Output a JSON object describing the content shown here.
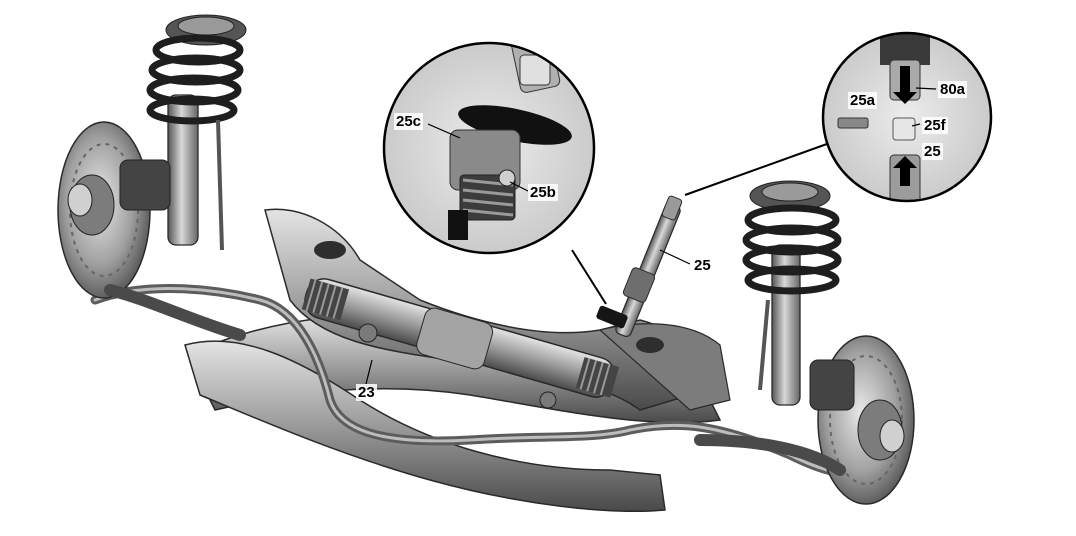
{
  "labels": {
    "steering_gear": "23",
    "steering_shaft": "25",
    "joint_bolt_area": "25c",
    "clamp_bolt": "25b",
    "bolt_inset": "25a",
    "detail_part": "80a",
    "sleeve": "25f",
    "shaft_inset": "25"
  },
  "colors": {
    "background": "#ffffff",
    "metal_dark": "#3a3a3a",
    "metal_mid": "#8a8a8a",
    "metal_light": "#d4d4d4",
    "rubber": "#151515",
    "inset_bg": "#dcdcdc"
  }
}
